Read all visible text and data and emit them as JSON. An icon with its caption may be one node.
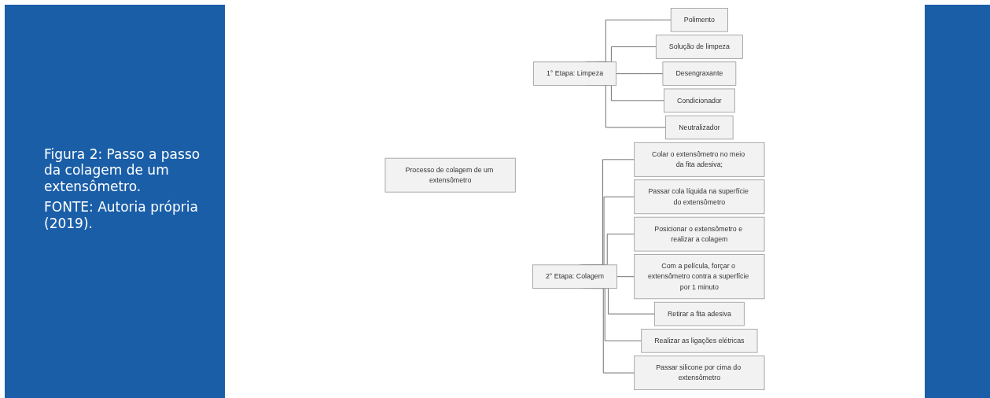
{
  "diagram": {
    "caption": "Figura 2: Passo a passo da colagem de um extensômetro.",
    "nodes": [
      {
        "text": [
          "Processo de colagem de um extensômetro"
        ]
      },
      {
        "text": [
          "1° Etapa: Limpeza"
        ]
      },
      {
        "text": [
          "Polimento"
        ]
      },
      {
        "text": [
          "Solução de limpeza"
        ]
      },
      {
        "text": [
          "Desengraxante"
        ]
      },
      {
        "text": [
          "Condicionador"
        ]
      },
      {
        "text": [
          "Neutralizador"
        ]
      },
      {
        "text": [
          "2° Etapa: Colagem"
        ]
      },
      {
        "text": [
          "Colar o extensômetro no meio da fita adesiva;"
        ]
      },
      {
        "text": [
          "Passar cola líquida na superfície do extensômetro"
        ]
      },
      {
        "text": [
          "Posicionar o extensômetro e realizar a colagem"
        ]
      },
      {
        "text": [
          "Com a película, forçar o extensômetro contra a superfície por 1 minuto"
        ]
      },
      {
        "text": [
          "Retirar a fita adesiva"
        ]
      },
      {
        "text": [
          "Realizar as ligações elétricas"
        ]
      },
      {
        "text": [
          "Passar silicone por cima do extensômetro"
        ]
      }
    ],
    "edges": [
      {
        "from": 1,
        "to": 2,
        "arrow": "none"
      },
      {
        "from": 1,
        "to": 3,
        "arrow": "none"
      },
      {
        "from": 1,
        "to": 4,
        "arrow": "none"
      },
      {
        "from": 1,
        "to": 5,
        "arrow": "none"
      },
      {
        "from": 1,
        "to": 6,
        "arrow": "none"
      },
      {
        "from": 7,
        "to": 8,
        "arrow": "none"
      },
      {
        "from": 7,
        "to": 9,
        "arrow": "none"
      },
      {
        "from": 7,
        "to": 10,
        "arrow": "none"
      },
      {
        "from": 7,
        "to": 11,
        "arrow": "none"
      },
      {
        "from": 7,
        "to": 12,
        "arrow": "none"
      },
      {
        "from": 7,
        "to": 13,
        "arrow": "none"
      },
      {
        "from": 7,
        "to": 14,
        "arrow": "none"
      }
    ],
    "labels": [
      "FONTE: Autoria própria (2019)."
    ]
  }
}
